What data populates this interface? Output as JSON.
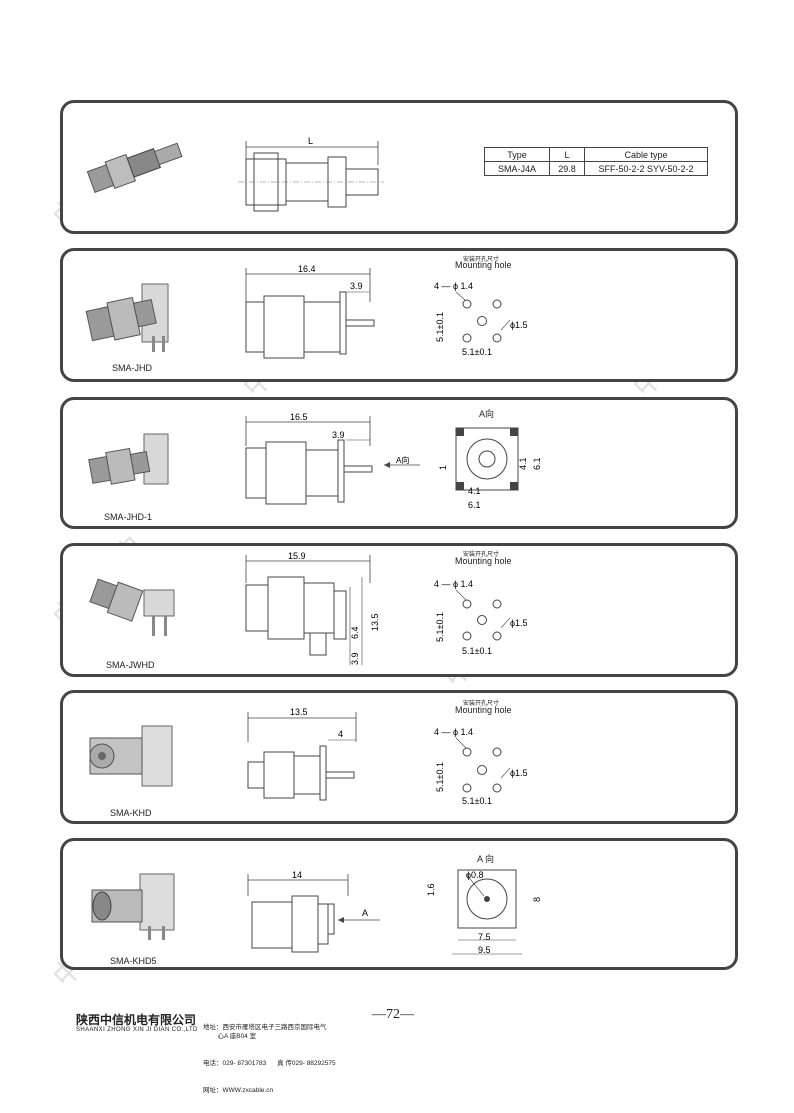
{
  "products": [
    {
      "model": "",
      "dim_L": "L",
      "table": {
        "headers": [
          "Type",
          "L",
          "Cable type"
        ],
        "rows": [
          [
            "SMA-J4A",
            "29.8",
            "SFF-50-2-2  SYV-50-2-2"
          ]
        ]
      }
    },
    {
      "model": "SMA-JHD",
      "dim_a": "16.4",
      "dim_b": "3.9",
      "hole_cn": "安装开孔尺寸",
      "hole_en": "Mounting hole",
      "phi_small": "4 — ϕ 1.4",
      "phi_big": "ϕ1.5",
      "dim_v": "5.1±0.1",
      "dim_h": "5.1±0.1"
    },
    {
      "model": "SMA-JHD-1",
      "dim_a": "16.5",
      "dim_b": "3.9",
      "view_label": "A向",
      "view_arrow": "A向",
      "dim_v1": "4.1",
      "dim_v2": "6.1",
      "dim_v3": "1",
      "dim_h1": "4.1",
      "dim_h2": "6.1"
    },
    {
      "model": "SMA-JWHD",
      "dim_a": "15.9",
      "dim_c": "6.4",
      "dim_d": "13.5",
      "dim_e": "3.9",
      "hole_cn": "安装开孔尺寸",
      "hole_en": "Mounting hole",
      "phi_small": "4 — ϕ 1.4",
      "phi_big": "ϕ1.5",
      "dim_v": "5.1±0.1",
      "dim_h": "5.1±0.1"
    },
    {
      "model": "SMA-KHD",
      "dim_a": "13.5",
      "dim_b": "4",
      "hole_cn": "安装开孔尺寸",
      "hole_en": "Mounting hole",
      "phi_small": "4 — ϕ 1.4",
      "phi_big": "ϕ1.5",
      "dim_v": "5.1±0.1",
      "dim_h": "5.1±0.1"
    },
    {
      "model": "SMA-KHD5",
      "dim_a": "14",
      "arrow_label": "A",
      "view_label": "A 向",
      "phi": "ϕ0.8",
      "dim_v1": "1.6",
      "dim_v2": "8",
      "dim_h1": "7.5",
      "dim_h2": "9.5"
    }
  ],
  "watermark": "中信机电",
  "footer": {
    "company_cn": "陕西中信机电有限公司",
    "company_en": "SHAANXI ZHONG XIN JI DIAN CO.,LTD",
    "address": "地址：西安市雁塔区电子三路西京国际电气\n        心A 座B04 室",
    "phone": "电话：029- 87301783      真 传029- 88292575",
    "web": "网址：WWW.zxcable.cn",
    "page": "—72—"
  }
}
